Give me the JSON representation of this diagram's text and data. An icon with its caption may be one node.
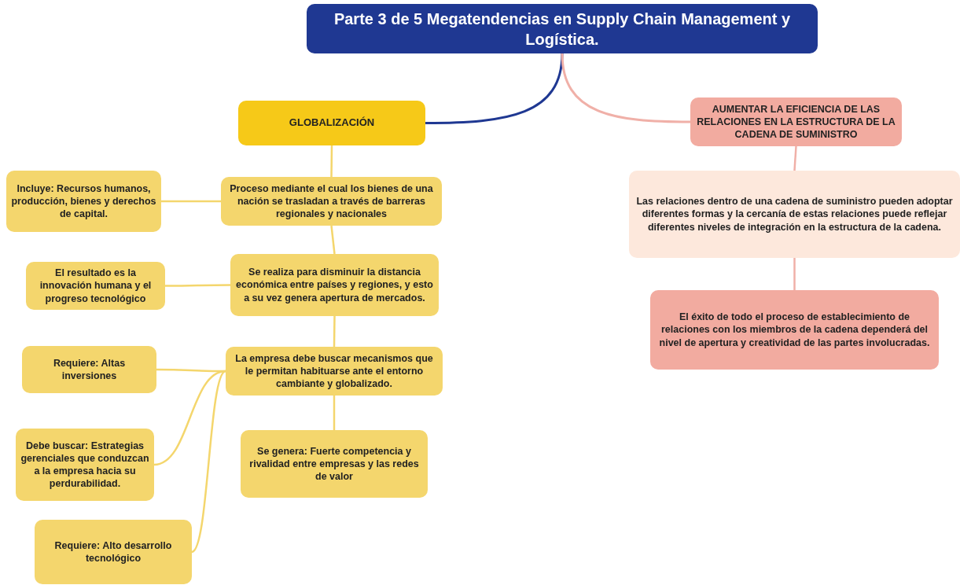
{
  "diagram": {
    "nodes": [
      {
        "text": [
          "Parte 3 de 5 Megatendencias en Supply Chain Management y Logística."
        ]
      },
      {
        "text": [
          "GLOBALIZACIÓN"
        ]
      },
      {
        "text": [
          "AUMENTAR LA EFICIENCIA DE LAS RELACIONES EN LA ESTRUCTURA DE LA CADENA DE SUMINISTRO"
        ]
      },
      {
        "text": [
          "Proceso mediante el cual los bienes de una nación se trasladan a través de barreras regionales y nacionales"
        ]
      },
      {
        "text": [
          "Incluye: Recursos humanos, producción, bienes y derechos de capital."
        ]
      },
      {
        "text": [
          "Se realiza para disminuir la distancia económica entre países y regiones, y esto a su vez genera apertura de mercados."
        ]
      },
      {
        "text": [
          "El resultado es la innovación humana y el progreso tecnológico"
        ]
      },
      {
        "text": [
          "La empresa debe buscar mecanismos que le permitan habituarse ante el entorno cambiante y globalizado."
        ]
      },
      {
        "text": [
          "Requiere: Altas inversiones"
        ]
      },
      {
        "text": [
          "Debe buscar: Estrategias gerenciales que conduzcan a la empresa hacia su perdurabilidad."
        ]
      },
      {
        "text": [
          "Requiere: Alto desarrollo tecnológico"
        ]
      },
      {
        "text": [
          "Se genera: Fuerte competencia y rivalidad entre empresas y las redes de valor"
        ]
      },
      {
        "text": [
          "Las relaciones dentro de una cadena de suministro pueden adoptar diferentes formas y la cercanía de estas relaciones puede reflejar diferentes niveles de integración en la estructura de la cadena."
        ]
      },
      {
        "text": [
          "El éxito de todo el proceso de establecimiento de relaciones con los miembros de la cadena dependerá del nivel de apertura y creatividad de las partes involucradas."
        ]
      }
    ],
    "edges": [
      {
        "from": 0,
        "to": 1,
        "arrow": "none",
        "color": "#1f3892"
      },
      {
        "from": 0,
        "to": 2,
        "arrow": "none",
        "color": "#f0b0a8"
      },
      {
        "from": 1,
        "to": 3,
        "arrow": "none"
      },
      {
        "from": 3,
        "to": 4,
        "arrow": "none"
      },
      {
        "from": 3,
        "to": 5,
        "arrow": "none"
      },
      {
        "from": 5,
        "to": 6,
        "arrow": "none"
      },
      {
        "from": 5,
        "to": 7,
        "arrow": "none"
      },
      {
        "from": 7,
        "to": 8,
        "arrow": "none"
      },
      {
        "from": 7,
        "to": 9,
        "arrow": "none"
      },
      {
        "from": 7,
        "to": 10,
        "arrow": "none"
      },
      {
        "from": 7,
        "to": 11,
        "arrow": "none"
      },
      {
        "from": 2,
        "to": 12,
        "arrow": "none",
        "color": "#f0b0a8"
      },
      {
        "from": 12,
        "to": 13,
        "arrow": "none",
        "color": "#f0b0a8"
      }
    ]
  }
}
